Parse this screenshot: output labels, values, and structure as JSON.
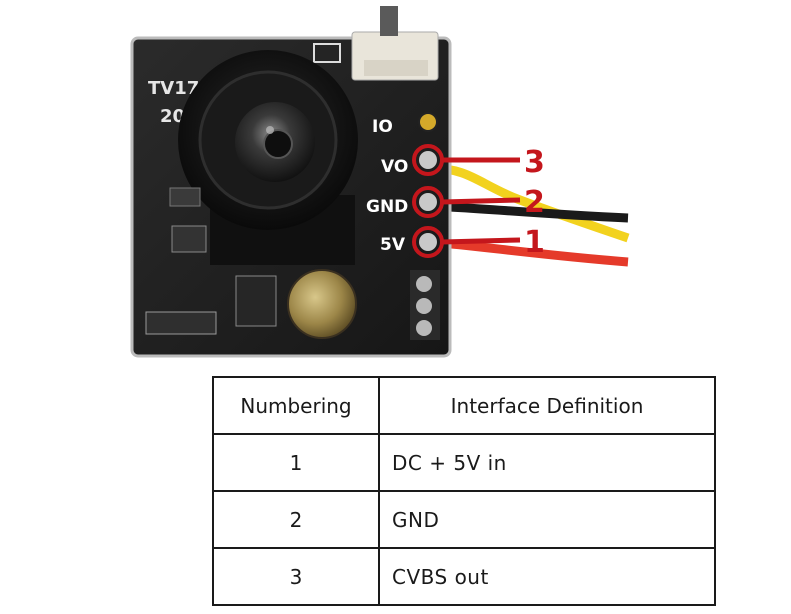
{
  "board": {
    "silk_model": "TV17",
    "silk_num": "20",
    "pins": [
      {
        "label": "IO"
      },
      {
        "label": "VO"
      },
      {
        "label": "GND"
      },
      {
        "label": "5V"
      }
    ]
  },
  "callouts": [
    "3",
    "2",
    "1"
  ],
  "wires": {
    "yellow": "#f2d21e",
    "black": "#1a1a1a",
    "red": "#e53a2a"
  },
  "accent": "#c4161c",
  "table": {
    "headers": [
      "Numbering",
      "Interface Definition"
    ],
    "rows": [
      {
        "num": "1",
        "def": "DC + 5V  in"
      },
      {
        "num": "2",
        "def": "GND"
      },
      {
        "num": "3",
        "def": "CVBS  out"
      }
    ]
  }
}
